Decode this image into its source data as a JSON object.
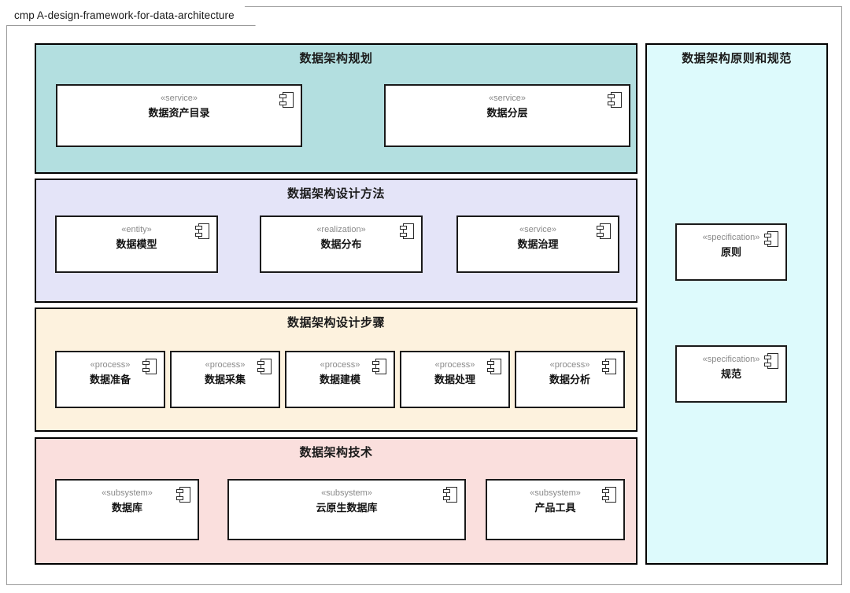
{
  "frame": {
    "title": "cmp A-design-framework-for-data-architecture"
  },
  "groups": [
    {
      "id": "planning",
      "title": "数据架构规划",
      "color": "#b3dfe0",
      "components": [
        {
          "stereotype": "«service»",
          "name": "数据资产目录",
          "icon": "uml-component-icon"
        },
        {
          "stereotype": "«service»",
          "name": "数据分层",
          "icon": "uml-component-icon"
        }
      ]
    },
    {
      "id": "method",
      "title": "数据架构设计方法",
      "color": "#e4e4f8",
      "components": [
        {
          "stereotype": "«entity»",
          "name": "数据模型",
          "icon": "uml-component-icon"
        },
        {
          "stereotype": "«realization»",
          "name": "数据分布",
          "icon": "uml-component-icon"
        },
        {
          "stereotype": "«service»",
          "name": "数据治理",
          "icon": "uml-component-icon"
        }
      ]
    },
    {
      "id": "steps",
      "title": "数据架构设计步骤",
      "color": "#fdf2de",
      "components": [
        {
          "stereotype": "«process»",
          "name": "数据准备",
          "icon": "uml-component-icon"
        },
        {
          "stereotype": "«process»",
          "name": "数据采集",
          "icon": "uml-component-icon"
        },
        {
          "stereotype": "«process»",
          "name": "数据建模",
          "icon": "uml-component-icon"
        },
        {
          "stereotype": "«process»",
          "name": "数据处理",
          "icon": "uml-component-icon"
        },
        {
          "stereotype": "«process»",
          "name": "数据分析",
          "icon": "uml-component-icon"
        }
      ]
    },
    {
      "id": "tech",
      "title": "数据架构技术",
      "color": "#fadfdd",
      "components": [
        {
          "stereotype": "«subsystem»",
          "name": "数据库",
          "icon": "uml-component-icon"
        },
        {
          "stereotype": "«subsystem»",
          "name": "云原生数据库",
          "icon": "uml-component-icon"
        },
        {
          "stereotype": "«subsystem»",
          "name": "产品工具",
          "icon": "uml-component-icon"
        }
      ]
    },
    {
      "id": "principles",
      "title": "数据架构原则和规范",
      "color": "#ddfafc",
      "components": [
        {
          "stereotype": "«specification»",
          "name": "原则",
          "icon": "uml-component-icon"
        },
        {
          "stereotype": "«specification»",
          "name": "规范",
          "icon": "uml-component-icon"
        }
      ]
    }
  ]
}
